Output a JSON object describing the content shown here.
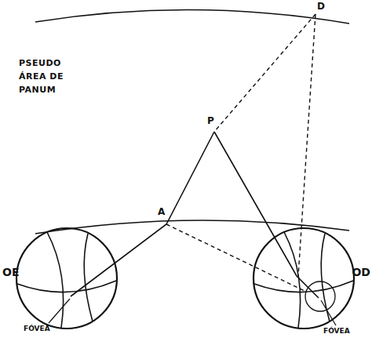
{
  "diagram": {
    "labels": [
      "PSEUDO ÁREA DE PANUM",
      "D",
      "P",
      "A",
      "OE",
      "OD",
      "FÓVEA",
      "FÓVEA"
    ]
  }
}
